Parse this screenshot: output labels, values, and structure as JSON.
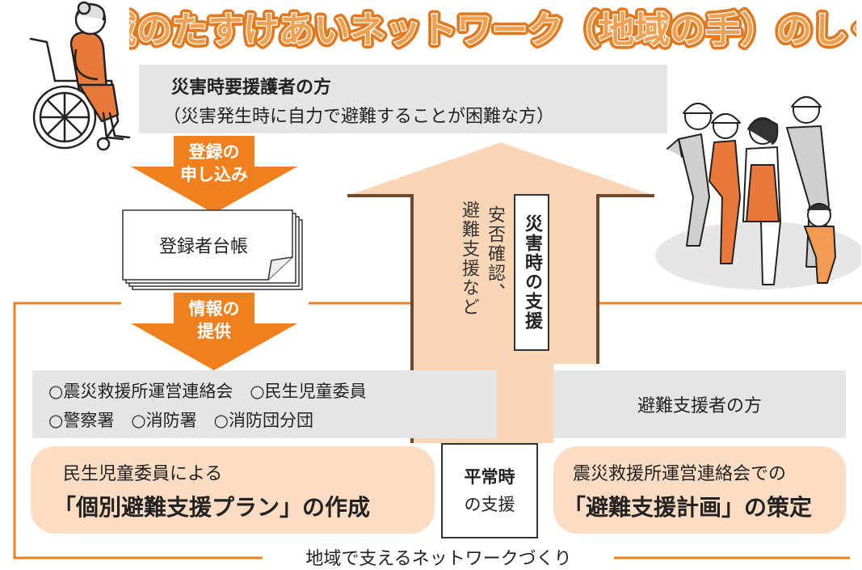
{
  "title": "地域のたすけあいネットワーク（地域の手）のしくみ",
  "top_box": {
    "heading": "災害時要援護者の方",
    "sub": "（災害発生時に自力で避難することが困難な方）"
  },
  "arrow_register": [
    "登録の",
    "申し込み"
  ],
  "registry": "登録者台帳",
  "arrow_info": [
    "情報の",
    "提供"
  ],
  "org_box": {
    "line1": "○震災救援所運営連絡会　○民生児童委員",
    "line2": "○警察署　○消防署　○消防団分団"
  },
  "evacuation_helper": "避難支援者の方",
  "disaster_support": {
    "label": "災害時の支援",
    "detail1": "安否確認、",
    "detail2": "避難支援など"
  },
  "normal_support": {
    "line1": "平常時",
    "line2": "の支援"
  },
  "plan_left": {
    "line1": "民生児童委員による",
    "line2": "「個別避難支援プラン」の作成"
  },
  "plan_right": {
    "line1": "震災救援所運営連絡会での",
    "line2": "「避難支援計画」の策定"
  },
  "network_caption": "地域で支えるネットワークづくり",
  "colors": {
    "title_fill": "#f0a050",
    "title_outline": "#e2791f",
    "orange_arrow": "#f07f1e",
    "orange_line": "#f07f1e",
    "big_arrow": "#fbd6b6",
    "grey_box": "#e4e5e6",
    "pill": "#fcdcc2"
  }
}
